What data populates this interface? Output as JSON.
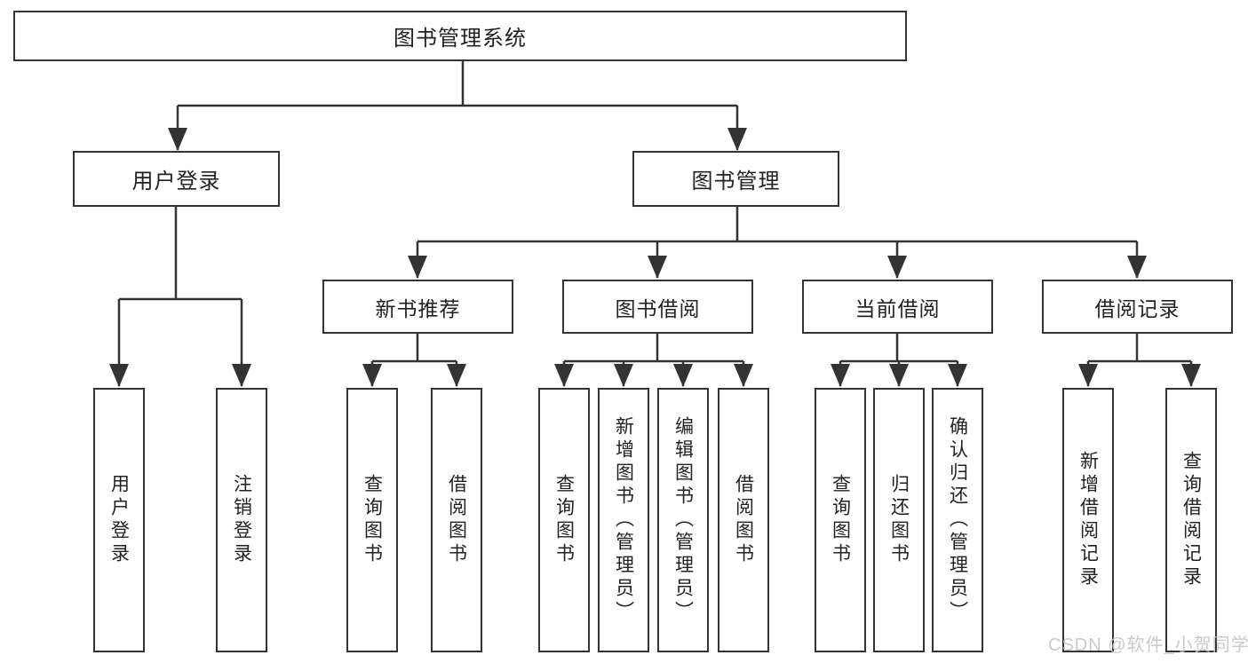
{
  "diagram_title": "图书管理系统",
  "watermark": "CSDN @软件_小贺同学",
  "colors": {
    "line": "#333333",
    "box_border": "#333333",
    "text": "#222222",
    "background": "#ffffff",
    "watermark": "#c5c5c5"
  },
  "tree": {
    "root": {
      "label": "图书管理系统"
    },
    "branches": [
      {
        "label": "用户登录",
        "children": [
          {
            "label": "用户登录"
          },
          {
            "label": "注销登录"
          }
        ]
      },
      {
        "label": "图书管理",
        "children": [
          {
            "label": "新书推荐",
            "children": [
              {
                "label": "查询图书"
              },
              {
                "label": "借阅图书"
              }
            ]
          },
          {
            "label": "图书借阅",
            "children": [
              {
                "label": "查询图书"
              },
              {
                "label": "新增图书（管理员）"
              },
              {
                "label": "编辑图书（管理员）"
              },
              {
                "label": "借阅图书"
              }
            ]
          },
          {
            "label": "当前借阅",
            "children": [
              {
                "label": "查询图书"
              },
              {
                "label": "归还图书"
              },
              {
                "label": "确认归还（管理员）"
              }
            ]
          },
          {
            "label": "借阅记录",
            "children": [
              {
                "label": "新增借阅记录"
              },
              {
                "label": "查询借阅记录"
              }
            ]
          }
        ]
      }
    ]
  }
}
